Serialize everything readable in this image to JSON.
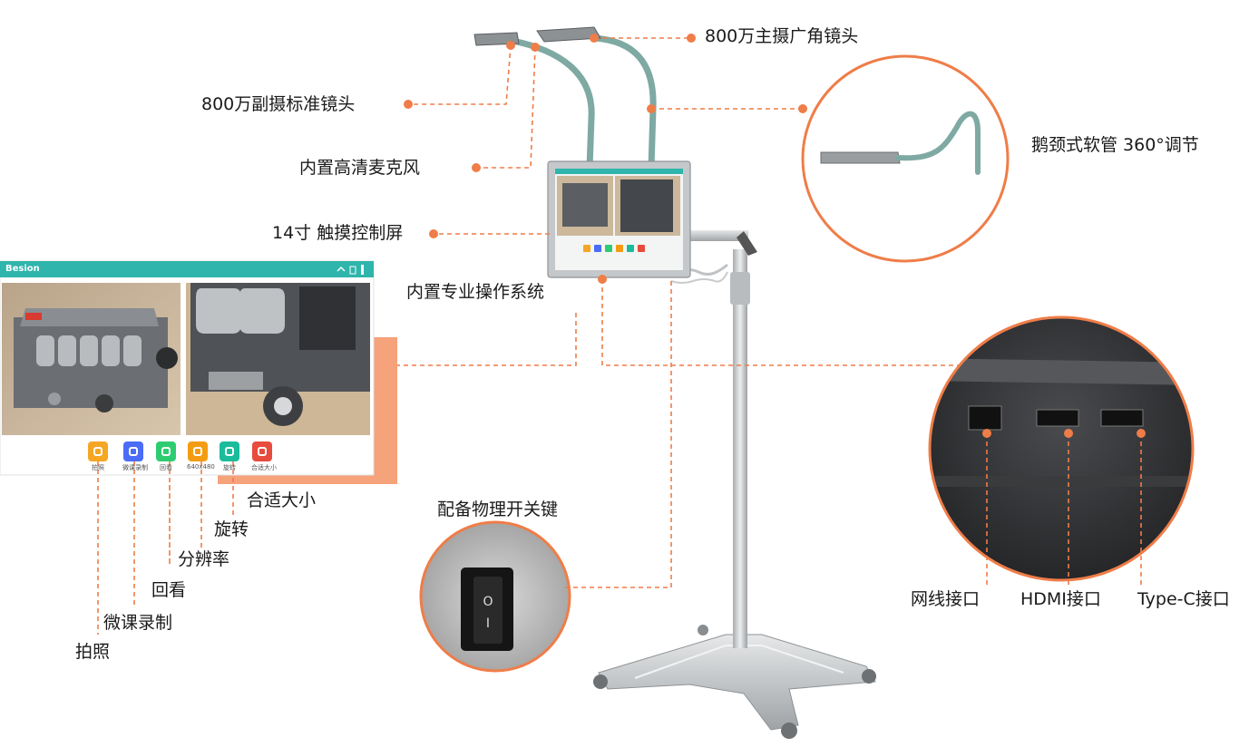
{
  "colors": {
    "leader_line": "#ef7d48",
    "teal_bar": "#2fb5ac",
    "gooseneck": "#7fa9a3",
    "accent_panel": "#f6a27b",
    "steel": "#c9ccce",
    "dark_panel": "#2e2f31"
  },
  "device_labels": {
    "main_camera": "800万主摄广角镜头",
    "sub_camera": "800万副摄标准镜头",
    "microphone": "内置高清麦克风",
    "touch_screen": "14寸 触摸控制屏",
    "os": "内置专业操作系统",
    "gooseneck": "鹅颈式软管 360°调节",
    "power_switch": "配备物理开关键"
  },
  "port_labels": {
    "ethernet": "网线接口",
    "hdmi": "HDMI接口",
    "type_c": "Type-C接口"
  },
  "screen_ui": {
    "brand": "Besion",
    "switch_on": "I",
    "switch_off": "O",
    "button_labels": [
      "拍照",
      "微课录制",
      "回看",
      "640x480",
      "旋转",
      "合适大小"
    ],
    "button_colors": [
      "#f5a623",
      "#4a6cf7",
      "#2ecc71",
      "#f39c12",
      "#1abc9c",
      "#e74c3c"
    ],
    "callouts": {
      "photo": "拍照",
      "record": "微课录制",
      "playback": "回看",
      "resolution": "分辨率",
      "rotate": "旋转",
      "fit": "合适大小"
    }
  }
}
